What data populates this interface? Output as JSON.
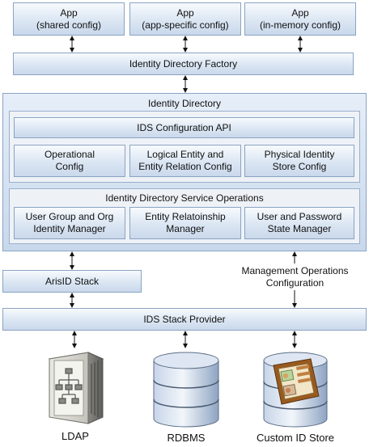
{
  "apps": [
    {
      "title": "App",
      "subtitle": "(shared config)"
    },
    {
      "title": "App",
      "subtitle": "(app-specific config)"
    },
    {
      "title": "App",
      "subtitle": "(in-memory config)"
    }
  ],
  "factory": "Identity Directory Factory",
  "identity_directory": {
    "title": "Identity Directory",
    "config_api": "IDS Configuration API",
    "configs": [
      "Operational\nConfig",
      "Logical Entity and\nEntity Relation Config",
      "Physical Identity\nStore Config"
    ],
    "service_ops": {
      "title": "Identity Directory Service Operations",
      "managers": [
        "User Group and Org\nIdentity Manager",
        "Entity Relatoinship\nManager",
        "User and Password\nState Manager"
      ]
    }
  },
  "arisid_stack": "ArisID Stack",
  "management_ops": "Management Operations\nConfiguration",
  "stack_provider": "IDS Stack Provider",
  "stores": [
    {
      "label": "LDAP",
      "icon": "server-icon"
    },
    {
      "label": "RDBMS",
      "icon": "database-icon"
    },
    {
      "label": "Custom ID Store",
      "icon": "custom-store-icon"
    }
  ]
}
